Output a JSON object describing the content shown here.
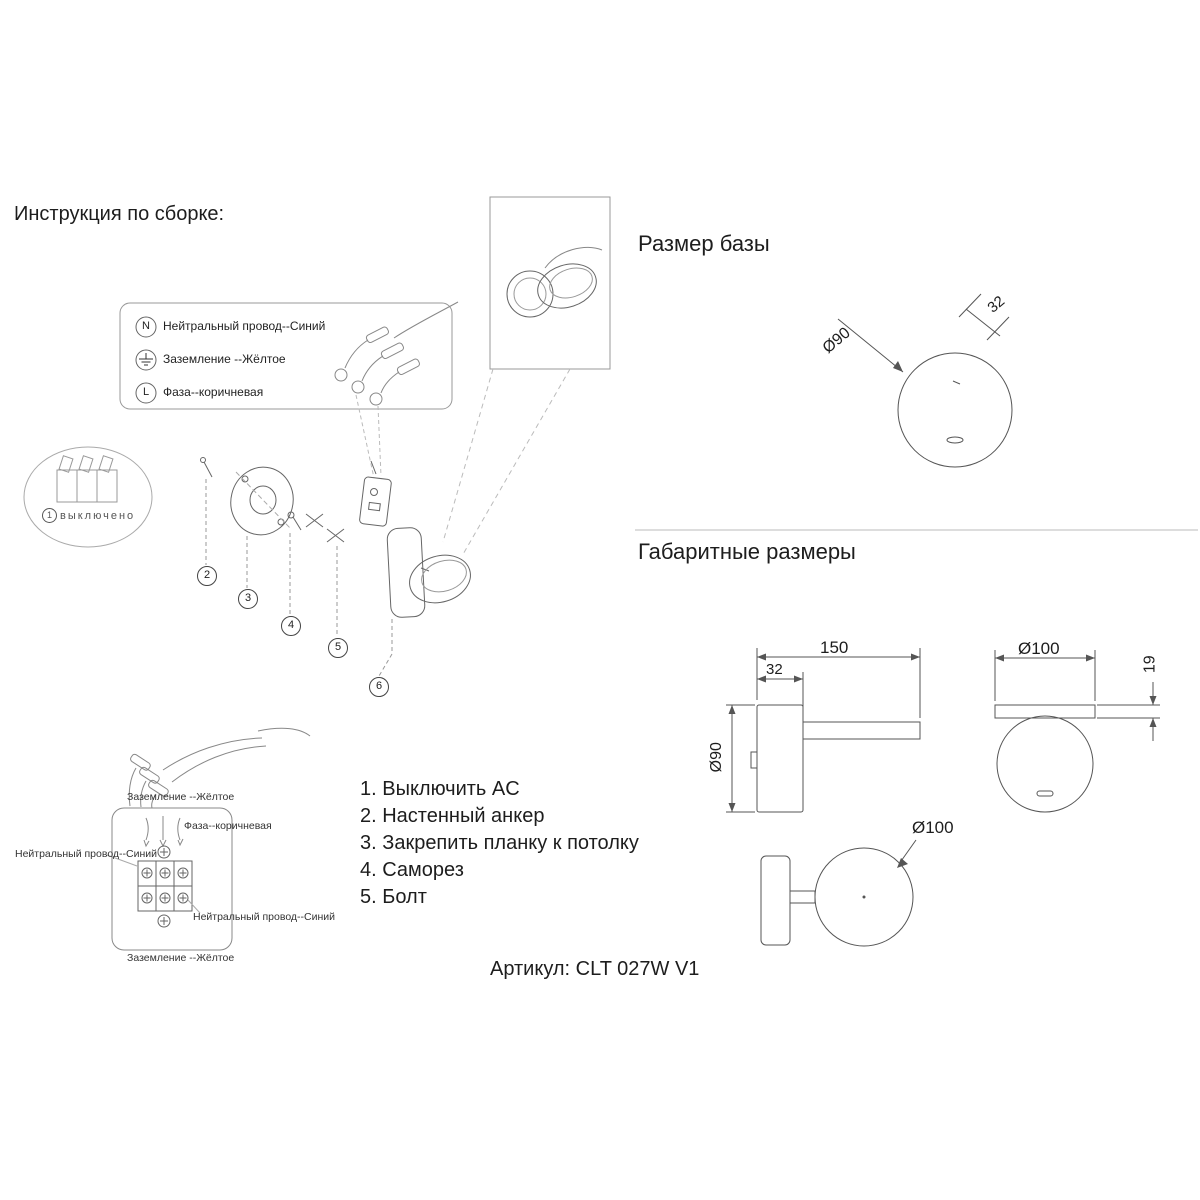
{
  "title": "Инструкция по сборке:",
  "wire_legend": {
    "neutral": {
      "symbol": "N",
      "label": "Нейтральный провод--Синий"
    },
    "ground": {
      "label": "Заземление --Жёлтое"
    },
    "phase": {
      "symbol": "L",
      "label": "Фаза--коричневая"
    }
  },
  "breaker_note": {
    "number": "1",
    "label": "выключено"
  },
  "callouts": [
    "2",
    "3",
    "4",
    "5",
    "6"
  ],
  "base_size": {
    "title": "Размер базы",
    "dim_diameter": "Ø90",
    "dim_thickness": "32"
  },
  "overall_size": {
    "title": "Габаритные размеры",
    "side": {
      "length": "150",
      "depth": "32",
      "diameter": "Ø90"
    },
    "front": {
      "diameter": "Ø100",
      "thickness": "19"
    },
    "bottom": {
      "diameter": "Ø100"
    }
  },
  "steps": [
    "1. Выключить AC",
    "2. Настенный анкер",
    "3. Закрепить планку к потолку",
    "4. Саморез",
    "5. Болт"
  ],
  "wiring_detail": {
    "top_label": "Заземление --Жёлтое",
    "left_label": "Нейтральный провод--Синий",
    "phase_label": "Фаза--коричневая",
    "right_label": "Нейтральный провод--Синий",
    "bottom_label": "Заземление --Жёлтое"
  },
  "article": "Артикул: CLT 027W V1"
}
